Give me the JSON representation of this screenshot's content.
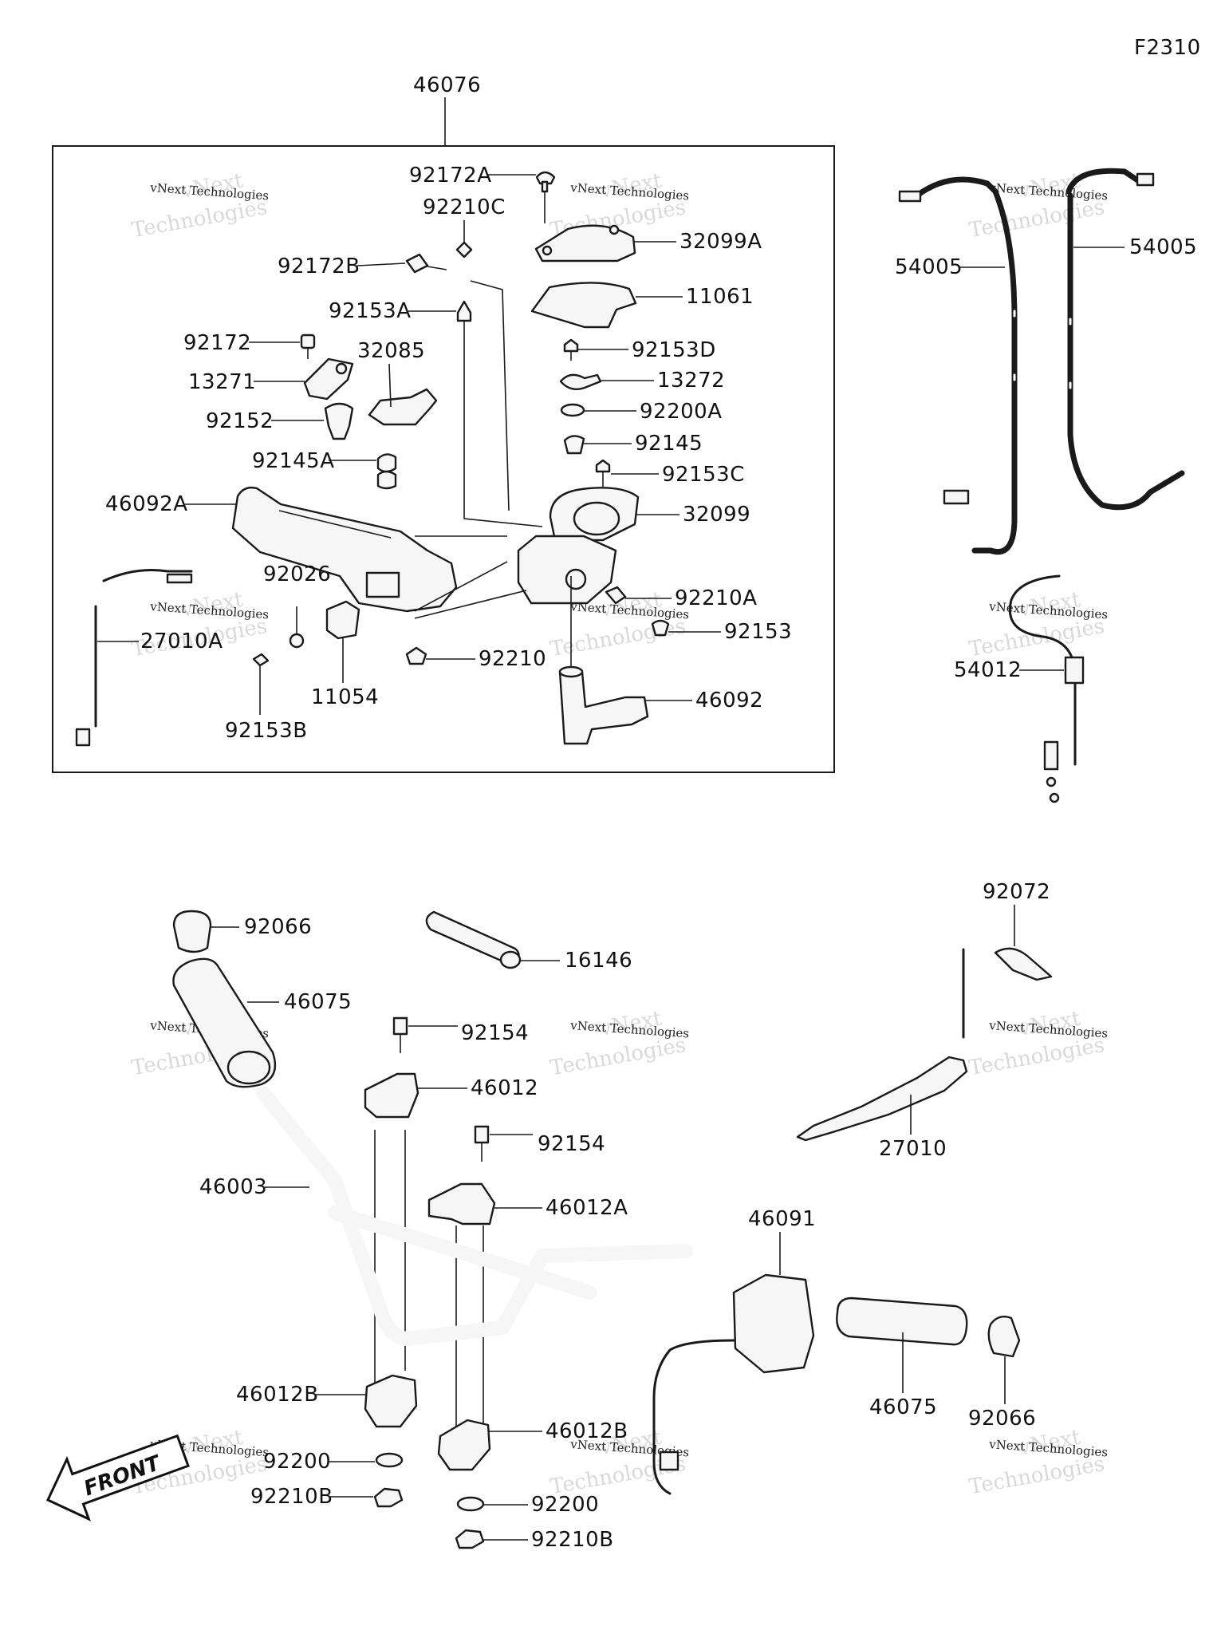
{
  "figure_code": "F2310",
  "assembly_label": "46076",
  "front_label": "FRONT",
  "watermark": {
    "brand_line1": "vNext",
    "brand_line2": "Technologies",
    "small_text": "vNext Technologies"
  },
  "part_labels": [
    {
      "id": "p-92172A",
      "text": "92172A"
    },
    {
      "id": "p-92210C",
      "text": "92210C"
    },
    {
      "id": "p-32099A",
      "text": "32099A"
    },
    {
      "id": "p-92172B",
      "text": "92172B"
    },
    {
      "id": "p-11061",
      "text": "11061"
    },
    {
      "id": "p-92153A",
      "text": "92153A"
    },
    {
      "id": "p-92172",
      "text": "92172"
    },
    {
      "id": "p-32085",
      "text": "32085"
    },
    {
      "id": "p-92153D",
      "text": "92153D"
    },
    {
      "id": "p-13271",
      "text": "13271"
    },
    {
      "id": "p-13272",
      "text": "13272"
    },
    {
      "id": "p-92200A",
      "text": "92200A"
    },
    {
      "id": "p-92152",
      "text": "92152"
    },
    {
      "id": "p-92145",
      "text": "92145"
    },
    {
      "id": "p-92145A",
      "text": "92145A"
    },
    {
      "id": "p-92153C",
      "text": "92153C"
    },
    {
      "id": "p-46092A",
      "text": "46092A"
    },
    {
      "id": "p-32099",
      "text": "32099"
    },
    {
      "id": "p-92026",
      "text": "92026"
    },
    {
      "id": "p-92210A",
      "text": "92210A"
    },
    {
      "id": "p-27010A",
      "text": "27010A"
    },
    {
      "id": "p-92153",
      "text": "92153"
    },
    {
      "id": "p-92210",
      "text": "92210"
    },
    {
      "id": "p-46092",
      "text": "46092"
    },
    {
      "id": "p-11054",
      "text": "11054"
    },
    {
      "id": "p-92153B",
      "text": "92153B"
    },
    {
      "id": "p-54005-l",
      "text": "54005"
    },
    {
      "id": "p-54005-r",
      "text": "54005"
    },
    {
      "id": "p-54012",
      "text": "54012"
    },
    {
      "id": "p-92072",
      "text": "92072"
    },
    {
      "id": "p-92066-top",
      "text": "92066"
    },
    {
      "id": "p-16146",
      "text": "16146"
    },
    {
      "id": "p-46075-top",
      "text": "46075"
    },
    {
      "id": "p-92154-a",
      "text": "92154"
    },
    {
      "id": "p-46012",
      "text": "46012"
    },
    {
      "id": "p-27010",
      "text": "27010"
    },
    {
      "id": "p-92154-b",
      "text": "92154"
    },
    {
      "id": "p-46003",
      "text": "46003"
    },
    {
      "id": "p-46012A",
      "text": "46012A"
    },
    {
      "id": "p-46091",
      "text": "46091"
    },
    {
      "id": "p-46012B-l",
      "text": "46012B"
    },
    {
      "id": "p-46012B-r",
      "text": "46012B"
    },
    {
      "id": "p-46075-bot",
      "text": "46075"
    },
    {
      "id": "p-92066-bot",
      "text": "92066"
    },
    {
      "id": "p-92200-l",
      "text": "92200"
    },
    {
      "id": "p-92210B-l",
      "text": "92210B"
    },
    {
      "id": "p-92200-r",
      "text": "92200"
    },
    {
      "id": "p-92210B-r",
      "text": "92210B"
    }
  ]
}
